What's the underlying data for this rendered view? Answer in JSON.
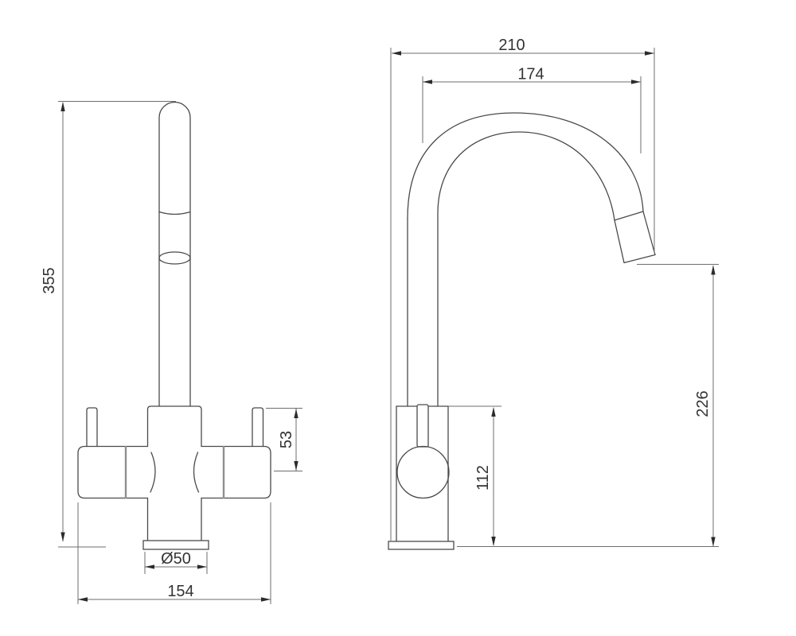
{
  "drawing": {
    "type": "technical-dimension-drawing",
    "subject": "kitchen mixer tap, two orthographic views"
  },
  "colors": {
    "background": "#ffffff",
    "object_line": "#4a4a4a",
    "dimension_line": "#6e6e6e",
    "label_text": "#333333"
  },
  "dimensions": {
    "front": {
      "overall_height": "355",
      "handle_height": "53",
      "base_diameter": "Ø50",
      "overall_width": "154"
    },
    "side": {
      "overall_depth": "210",
      "spout_reach": "174",
      "spout_height": "226",
      "body_height": "112"
    }
  }
}
